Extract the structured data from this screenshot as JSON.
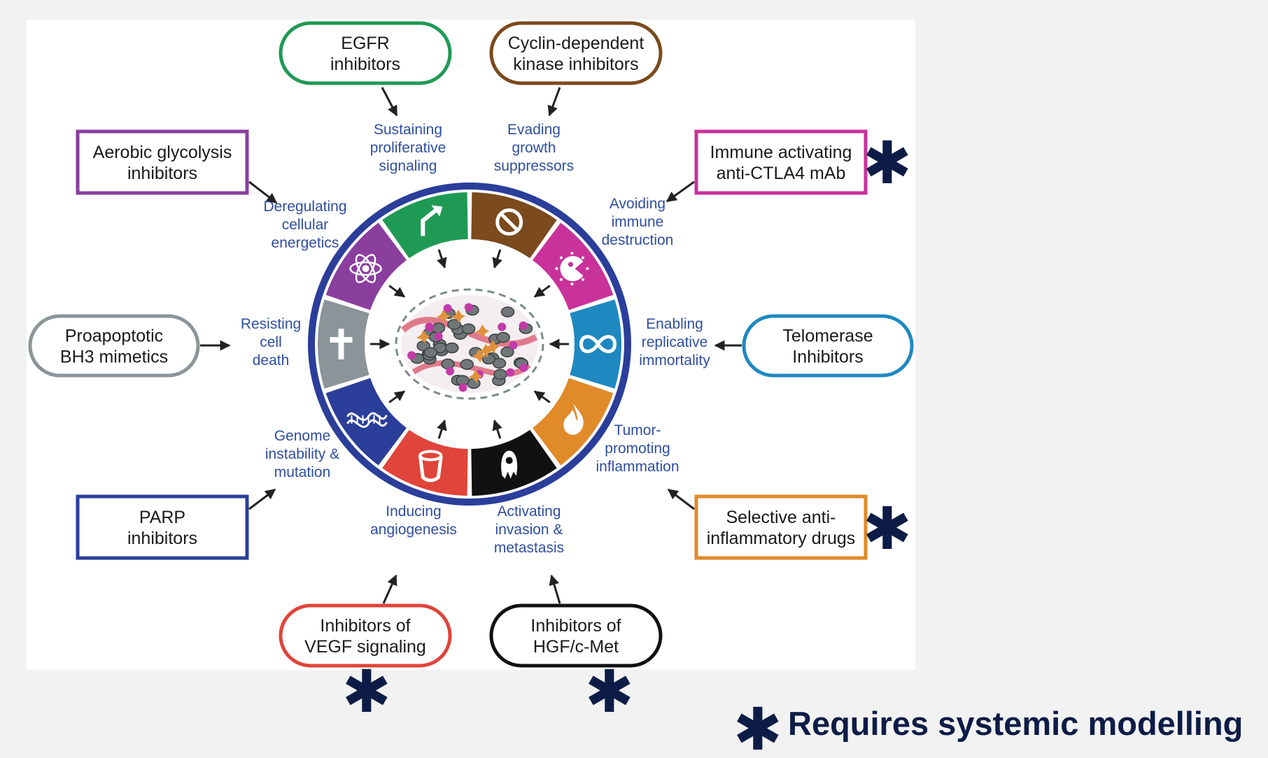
{
  "drug_boxes": [
    {
      "id": "egfr",
      "lines": [
        "EGFR",
        "inhibitors"
      ],
      "shape": "pill",
      "color": "#1f9a55"
    },
    {
      "id": "cdk",
      "lines": [
        "Cyclin-dependent",
        "kinase inhibitors"
      ],
      "shape": "pill",
      "color": "#7b4a1d"
    },
    {
      "id": "immune",
      "lines": [
        "Immune activating",
        "anti-CTLA4 mAb"
      ],
      "shape": "rect",
      "color": "#c8329a"
    },
    {
      "id": "telomerase",
      "lines": [
        "Telomerase",
        "Inhibitors"
      ],
      "shape": "pill",
      "color": "#1f88c0"
    },
    {
      "id": "antiinfl",
      "lines": [
        "Selective anti-",
        "inflammatory drugs"
      ],
      "shape": "rect",
      "color": "#e08a2a"
    },
    {
      "id": "hgf",
      "lines": [
        "Inhibitors of",
        "HGF/c-Met"
      ],
      "shape": "pill",
      "color": "#111111"
    },
    {
      "id": "vegf",
      "lines": [
        "Inhibitors of",
        "VEGF signaling"
      ],
      "shape": "pill",
      "color": "#e0443a"
    },
    {
      "id": "parp",
      "lines": [
        "PARP",
        "inhibitors"
      ],
      "shape": "rect",
      "color": "#2a3e9a"
    },
    {
      "id": "bh3",
      "lines": [
        "Proapoptotic",
        "BH3 mimetics"
      ],
      "shape": "pill",
      "color": "#8a9499"
    },
    {
      "id": "glyco",
      "lines": [
        "Aerobic glycolysis",
        "inhibitors"
      ],
      "shape": "rect",
      "color": "#8a3e9e"
    }
  ],
  "hallmarks": [
    {
      "id": "sustaining",
      "lines": [
        "Sustaining",
        "proliferative",
        "signaling"
      ]
    },
    {
      "id": "evading",
      "lines": [
        "Evading",
        "growth",
        "suppressors"
      ]
    },
    {
      "id": "avoiding",
      "lines": [
        "Avoiding",
        "immune",
        "destruction"
      ]
    },
    {
      "id": "enabling",
      "lines": [
        "Enabling",
        "replicative",
        "immortality"
      ]
    },
    {
      "id": "tumor",
      "lines": [
        "Tumor-",
        "promoting",
        "inflammation"
      ]
    },
    {
      "id": "activating",
      "lines": [
        "Activating",
        "invasion &",
        "metastasis"
      ]
    },
    {
      "id": "inducing",
      "lines": [
        "Inducing",
        "angiogenesis"
      ]
    },
    {
      "id": "genome",
      "lines": [
        "Genome",
        "instability &",
        "mutation"
      ]
    },
    {
      "id": "resisting",
      "lines": [
        "Resisting",
        "cell",
        "death"
      ]
    },
    {
      "id": "deregulating",
      "lines": [
        "Deregulating",
        "cellular",
        "energetics"
      ]
    }
  ],
  "wheel_segments": [
    {
      "id": "sustaining",
      "color": "#1f9a55",
      "icon": "arrow-up-right-icon"
    },
    {
      "id": "evading",
      "color": "#7b4a1d",
      "icon": "prohibited-icon"
    },
    {
      "id": "avoiding",
      "color": "#c8329a",
      "icon": "pacman-cell-icon"
    },
    {
      "id": "enabling",
      "color": "#1f88c0",
      "icon": "infinity-icon"
    },
    {
      "id": "tumor",
      "color": "#e08a2a",
      "icon": "flame-icon"
    },
    {
      "id": "activating",
      "color": "#111111",
      "icon": "invading-cell-icon"
    },
    {
      "id": "inducing",
      "color": "#e0443a",
      "icon": "blood-vessel-icon"
    },
    {
      "id": "genome",
      "color": "#2a3e9a",
      "icon": "dna-icon"
    },
    {
      "id": "resisting",
      "color": "#8a9499",
      "icon": "cross-icon"
    },
    {
      "id": "deregulating",
      "color": "#8a3e9e",
      "icon": "atom-icon"
    }
  ],
  "ring_color": "#2a3e9a",
  "asterisk_symbol": "✱",
  "asterisk_color": "#0c1c46",
  "legend": {
    "symbol": "✱",
    "text": "Requires systemic modelling"
  }
}
